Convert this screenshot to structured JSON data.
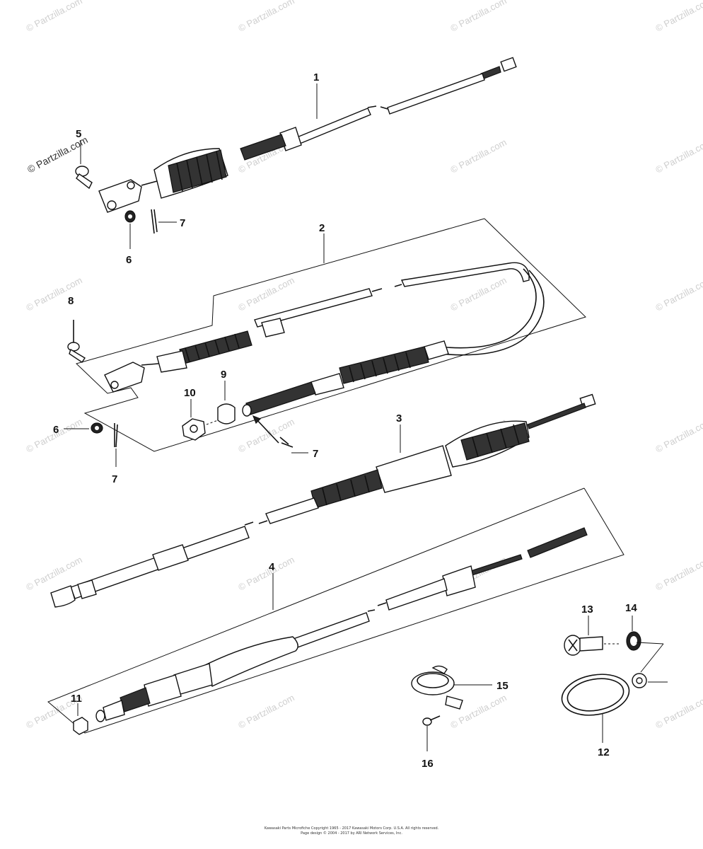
{
  "diagram": {
    "callouts": [
      "1",
      "2",
      "3",
      "4",
      "5",
      "6",
      "7",
      "8",
      "9",
      "10",
      "11",
      "12",
      "13",
      "14",
      "15",
      "16"
    ]
  },
  "watermark": {
    "text": "© Partzilla.com"
  },
  "footer": {
    "line1": "Kawasaki Parts Microfiche Copyright 1965 - 2017 Kawasaki Motors Corp. U.S.A. All rights reserved.",
    "line2": "Page design © 2004 - 2017 by ARI Network Services, Inc."
  }
}
